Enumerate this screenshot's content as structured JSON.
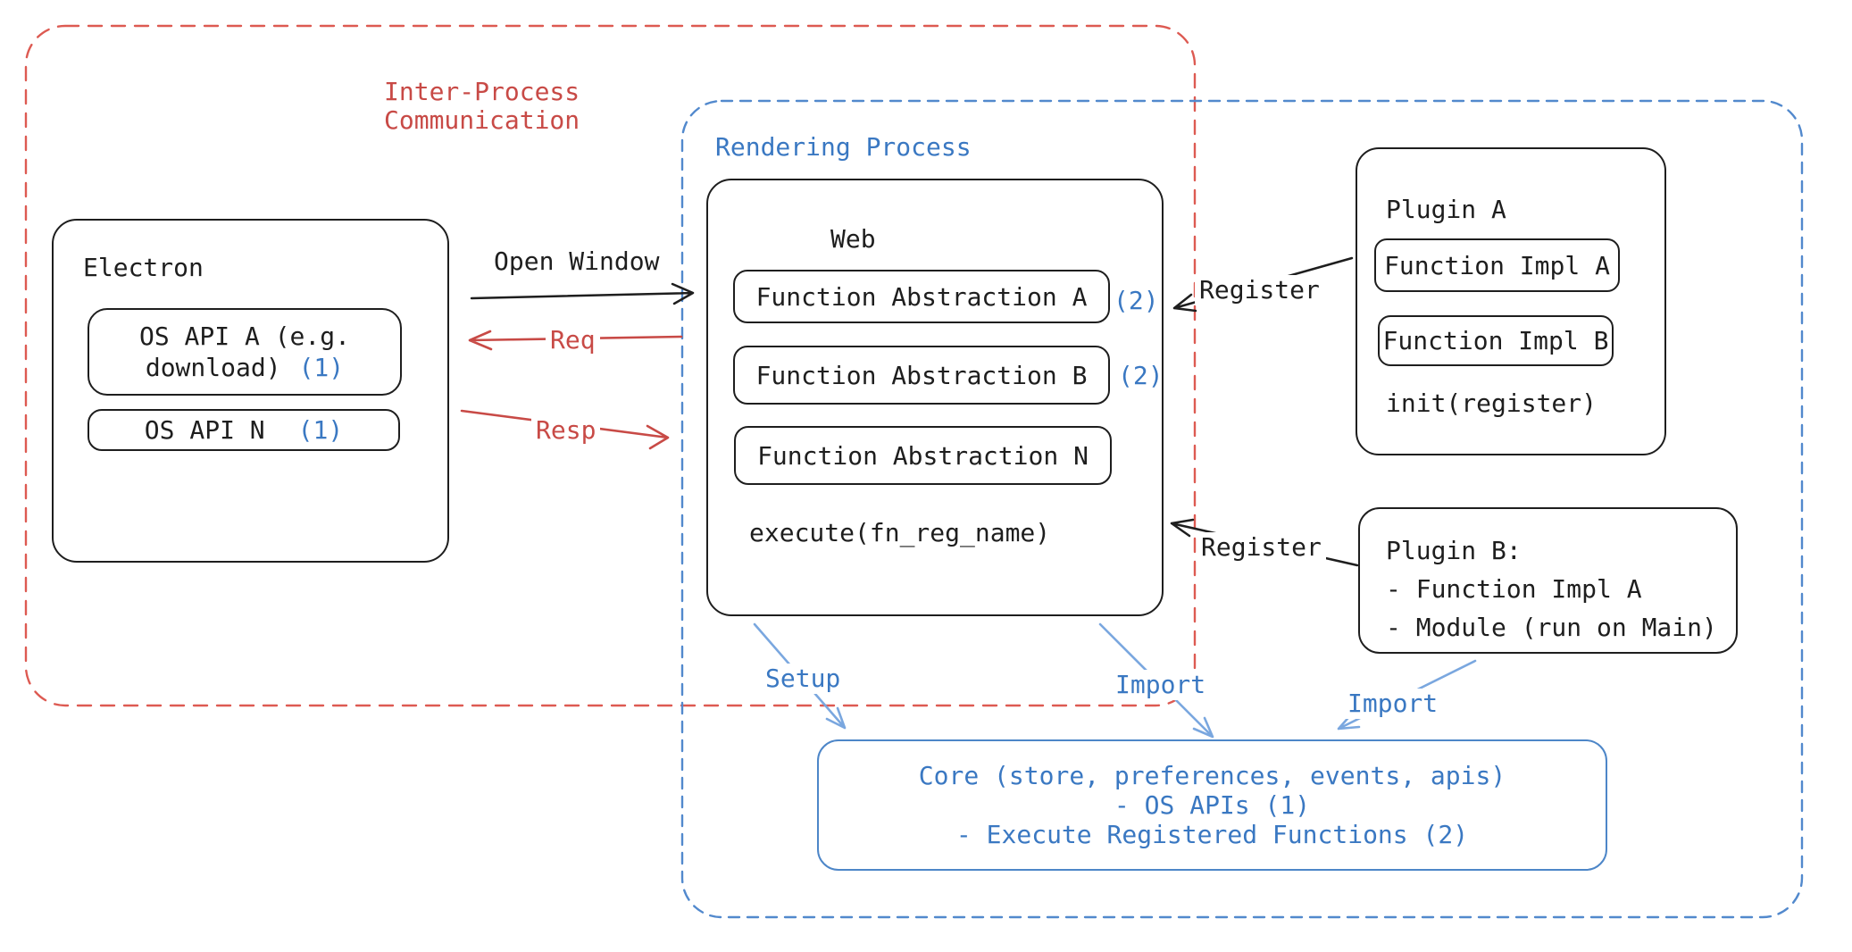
{
  "diagram": {
    "colors": {
      "ink": "#1e1e1e",
      "red": "#c84a46",
      "red-light": "#dd5a52",
      "blue": "#3a78c2",
      "blue-border": "#4d86c8",
      "blue-dash": "#5289cd",
      "blue-arrow": "#7aa7df"
    },
    "ipc": {
      "title_line1": "Inter-Process",
      "title_line2": "Communication"
    },
    "rendering": {
      "title": "Rendering Process"
    },
    "electron": {
      "title": "Electron",
      "api_a_label": "OS API A (e.g. download)",
      "api_a_ref": "(1)",
      "api_n_label": "OS API N",
      "api_n_ref": "(1)"
    },
    "web": {
      "title": "Web",
      "fa_a_label": "Function Abstraction A",
      "fa_a_ref": "(2)",
      "fa_b_label": "Function Abstraction B",
      "fa_b_ref": "(2)",
      "fa_n_label": "Function Abstraction N",
      "execute_label": "execute(fn_reg_name)"
    },
    "plugin_a": {
      "title": "Plugin A",
      "impl_a_label": "Function Impl A",
      "impl_b_label": "Function Impl B",
      "init_label": "init(register)"
    },
    "plugin_b": {
      "line1": "Plugin B:",
      "line2": "- Function Impl A",
      "line3": "- Module (run on Main)"
    },
    "core": {
      "line1": "Core (store, preferences, events, apis)",
      "line2": "- OS APIs (1)",
      "line3": "- Execute Registered Functions (2)"
    },
    "arrows": {
      "open_window": "Open Window",
      "req": "Req",
      "resp": "Resp",
      "register_top": "Register",
      "register_bottom": "Register",
      "setup": "Setup",
      "import_mid": "Import",
      "import_right": "Import"
    }
  }
}
